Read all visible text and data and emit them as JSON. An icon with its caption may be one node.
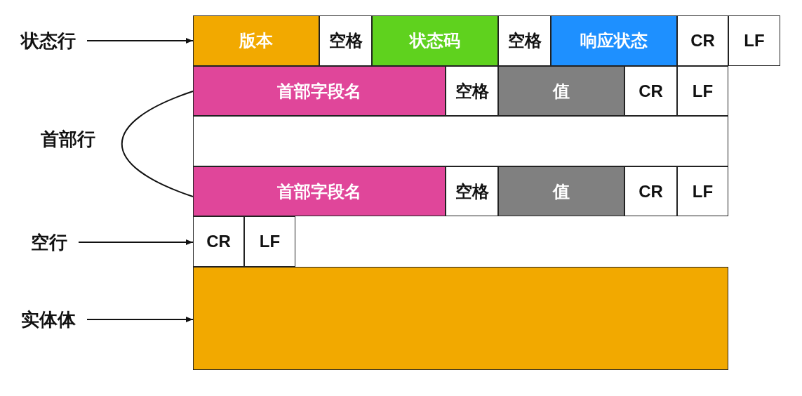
{
  "diagram": {
    "nodes": [
      {
        "text": [
          "状态行"
        ]
      },
      {
        "text": [
          "版本"
        ]
      },
      {
        "text": [
          "空格"
        ]
      },
      {
        "text": [
          "状态码"
        ]
      },
      {
        "text": [
          "空格"
        ]
      },
      {
        "text": [
          "响应状态"
        ]
      },
      {
        "text": [
          "CR"
        ]
      },
      {
        "text": [
          "LF"
        ]
      },
      {
        "text": [
          "首部字段名"
        ]
      },
      {
        "text": [
          "空格"
        ]
      },
      {
        "text": [
          "值"
        ]
      },
      {
        "text": [
          "CR"
        ]
      },
      {
        "text": [
          "LF"
        ]
      },
      {
        "text": [],
        "shape": "box"
      },
      {
        "text": [
          "首部字段名"
        ]
      },
      {
        "text": [
          "空格"
        ]
      },
      {
        "text": [
          "值"
        ]
      },
      {
        "text": [
          "CR"
        ]
      },
      {
        "text": [
          "LF"
        ]
      },
      {
        "text": [
          "空行"
        ]
      },
      {
        "text": [
          "CR"
        ]
      },
      {
        "text": [
          "LF"
        ]
      },
      {
        "text": [
          "实体体"
        ]
      },
      {
        "text": [],
        "shape": "box"
      }
    ],
    "edges": [
      {
        "from": 0,
        "to": 1,
        "arrow": "to"
      },
      {
        "from": 19,
        "to": 20,
        "arrow": "to"
      },
      {
        "from": 22,
        "to": 23,
        "arrow": "to"
      }
    ],
    "labels": [
      "首部行"
    ]
  }
}
